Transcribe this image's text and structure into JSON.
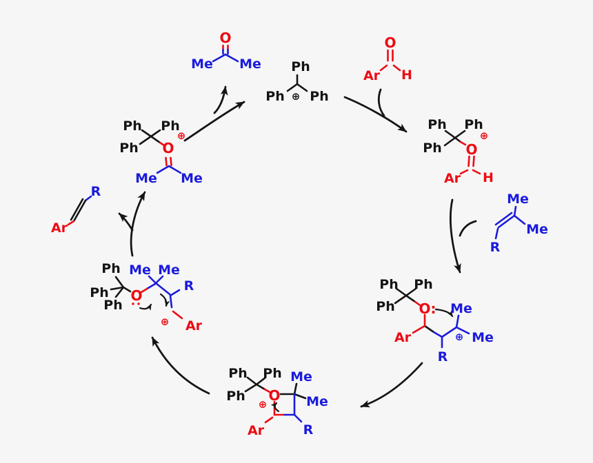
{
  "colors": {
    "black": "#151515",
    "red": "#ec0b13",
    "blue": "#1b1bdc",
    "background": "#f6f6f6"
  },
  "molecules": {
    "acetone": {
      "o": "O",
      "me_left": "Me",
      "me_right": "Me"
    },
    "trityl_cation": {
      "ph_top": "Ph",
      "ph_left": "Ph",
      "ph_right": "Ph",
      "charge": "⊕"
    },
    "aryl_aldehyde": {
      "o": "O",
      "ar": "Ar",
      "h": "H"
    },
    "trityl_aldehyde_oxocarbenium": {
      "ph_a": "Ph",
      "ph_b": "Ph",
      "ph_c": "Ph",
      "o": "O",
      "charge": "⊕",
      "ar": "Ar",
      "h": "H"
    },
    "trisubstituted_alkene": {
      "me_top": "Me",
      "me_right": "Me",
      "r": "R"
    },
    "tertiary_carbocation_adduct": {
      "ph_a": "Ph",
      "ph_b": "Ph",
      "ph_c": "Ph",
      "o": "O:",
      "ar": "Ar",
      "me_top": "Me",
      "me_right": "Me",
      "charge": "⊕",
      "r": "R"
    },
    "oxetanium": {
      "ph_a": "Ph",
      "ph_b": "Ph",
      "ph_c": "Ph",
      "o": "O",
      "charge": "⊕",
      "me_top": "Me",
      "me_right": "Me",
      "ar": "Ar",
      "r": "R"
    },
    "benzylic_carbocation": {
      "ph_a": "Ph",
      "ph_b": "Ph",
      "ph_c": "Ph",
      "o": "O",
      "me_left": "Me",
      "me_right": "Me",
      "r": "R",
      "charge": "⊕",
      "ar": "Ar"
    },
    "trityl_acetone_oxocarbenium": {
      "ph_a": "Ph",
      "ph_b": "Ph",
      "ph_c": "Ph",
      "o": "O",
      "charge": "⊕",
      "me_left": "Me",
      "me_right": "Me"
    },
    "alkene_product": {
      "r": "R",
      "ar": "Ar"
    }
  }
}
